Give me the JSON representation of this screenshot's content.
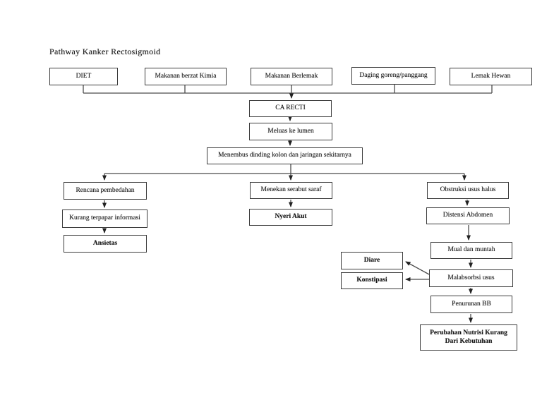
{
  "page": {
    "title": "Pathway Kanker Rectosigmoid"
  },
  "nodes": {
    "diet": {
      "label": "DIET"
    },
    "makanan_kimia": {
      "label": "Makanan berzat Kimia"
    },
    "makanan_lemak": {
      "label": "Makanan Berlemak"
    },
    "daging": {
      "label": "Daging goreng/panggang"
    },
    "lemak_hewan": {
      "label": "Lemak Hewan"
    },
    "ca_recti": {
      "label": "CA RECTI"
    },
    "meluas": {
      "label": "Meluas ke lumen"
    },
    "menembus": {
      "label": "Menembus dinding kolon dan jaringan sekitarnya"
    },
    "rencana": {
      "label": "Rencana pembedahan"
    },
    "kurang_info": {
      "label": "Kurang terpapar informasi"
    },
    "ansietas": {
      "label": "Ansietas"
    },
    "menekan": {
      "label": "Menekan serabut saraf"
    },
    "nyeri_akut": {
      "label": "Nyeri Akut"
    },
    "obstruksi": {
      "label": "Obstruksi usus halus"
    },
    "distensi": {
      "label": "Distensi Abdomen"
    },
    "mual": {
      "label": "Mual dan muntah"
    },
    "malabsorbsi": {
      "label": "Malabsorbsi usus"
    },
    "penurunan_bb": {
      "label": "Penurunan BB"
    },
    "perubahan": {
      "label": "Perubahan Nutrisi Kurang Dari Kebutuhan"
    },
    "diare": {
      "label": "Diare"
    },
    "konstipasi": {
      "label": "Konstipasi"
    }
  },
  "colors": {
    "line": "#4a4a4a",
    "box_border": "#3c3c3c",
    "text": "#161616",
    "background": "#ffffff"
  }
}
